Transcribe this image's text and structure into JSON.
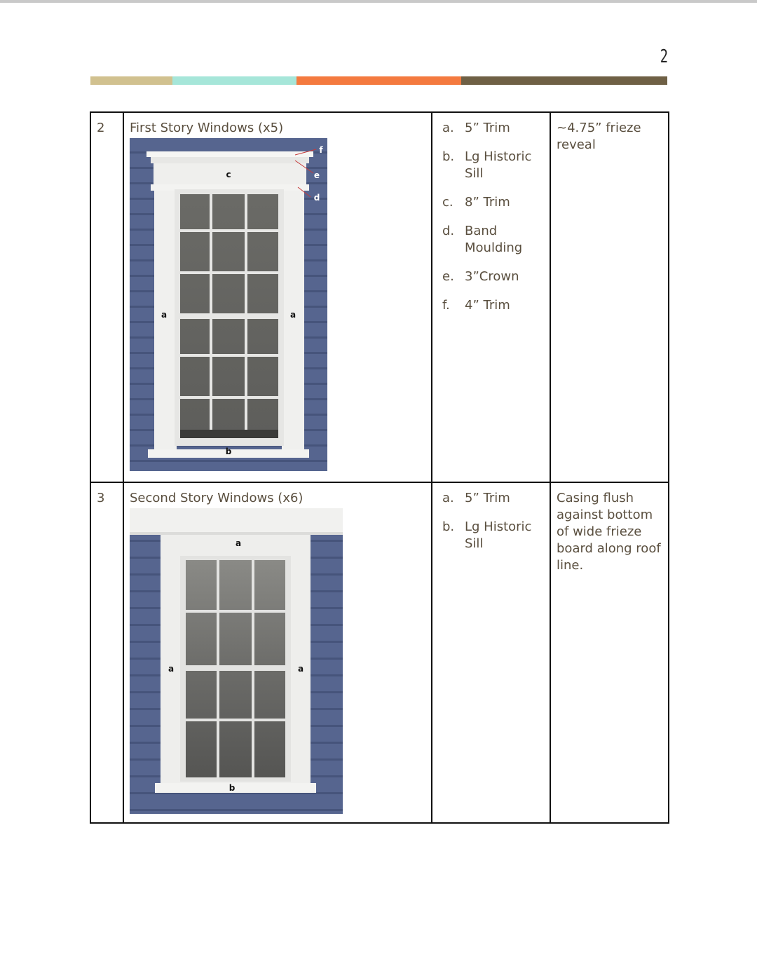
{
  "page_number": "2",
  "color_bar": [
    "#d1c18f",
    "#a6e6d9",
    "#f47a3f",
    "#6f6045"
  ],
  "rows": [
    {
      "number": "2",
      "title": "First Story Windows (x5)",
      "image_labels": [
        "f",
        "e",
        "c",
        "d",
        "a",
        "a",
        "b"
      ],
      "items": [
        {
          "marker": "a.",
          "text": "5” Trim"
        },
        {
          "marker": "b.",
          "text": "Lg Historic Sill"
        },
        {
          "marker": "c.",
          "text": "8” Trim"
        },
        {
          "marker": "d.",
          "text": "Band Moulding"
        },
        {
          "marker": "e.",
          "text": "3”Crown"
        },
        {
          "marker": "f.",
          "text": "4” Trim"
        }
      ],
      "note": "~4.75” frieze reveal"
    },
    {
      "number": "3",
      "title": "Second Story Windows (x6)",
      "image_labels": [
        "a",
        "a",
        "a",
        "b"
      ],
      "items": [
        {
          "marker": "a.",
          "text": "5” Trim"
        },
        {
          "marker": "b.",
          "text": "Lg Historic Sill"
        }
      ],
      "note": "Casing flush against bottom of wide frieze board along roof line."
    }
  ]
}
